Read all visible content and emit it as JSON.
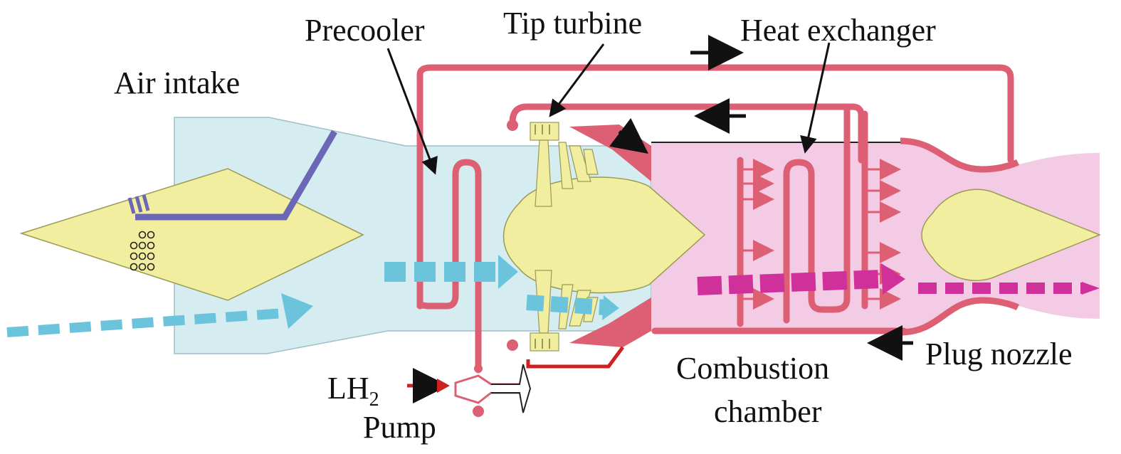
{
  "labels": {
    "air_intake": "Air intake",
    "precooler": "Precooler",
    "tip_turbine": "Tip turbine",
    "heat_exchanger": "Heat exchanger",
    "combustion_line1": "Combustion",
    "combustion_line2": "chamber",
    "plug_nozzle": "Plug nozzle",
    "lh2_main": "LH",
    "lh2_sub": "2",
    "pump": "Pump"
  },
  "colors": {
    "intake_blue": "#d5ecf1",
    "combustor_pink": "#f4cbe5",
    "body_yellow": "#f1eea0",
    "pipe_red": "#dc5f73",
    "flow_blue": "#6cc4dc",
    "flow_magenta": "#d0309a",
    "duct_purple": "#6b67b6",
    "lh2_arrow_red": "#cc2222",
    "label_black": "#111111"
  }
}
